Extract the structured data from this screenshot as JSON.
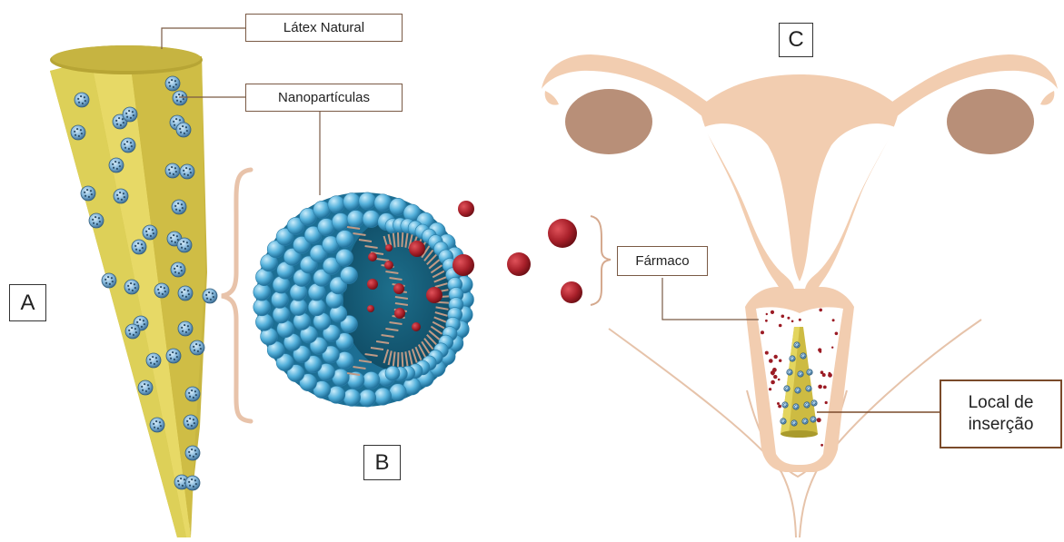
{
  "labels": {
    "latex": "Látex Natural",
    "nanoparticles": "Nanopartículas",
    "drug": "Fármaco",
    "insertion_line1": "Local de",
    "insertion_line2": "inserção"
  },
  "panels": {
    "a": "A",
    "b": "B",
    "c": "C"
  },
  "colors": {
    "cone_light": "#e3d257",
    "cone_mid": "#cdbb42",
    "cone_dark": "#a99a2c",
    "nanoparticle": "#7fb3d8",
    "liposome": "#56b2dc",
    "drug": "#9b1b24",
    "uterus": "#f2cdb0",
    "ovary": "#b88f78",
    "line": "#8a6a55"
  }
}
